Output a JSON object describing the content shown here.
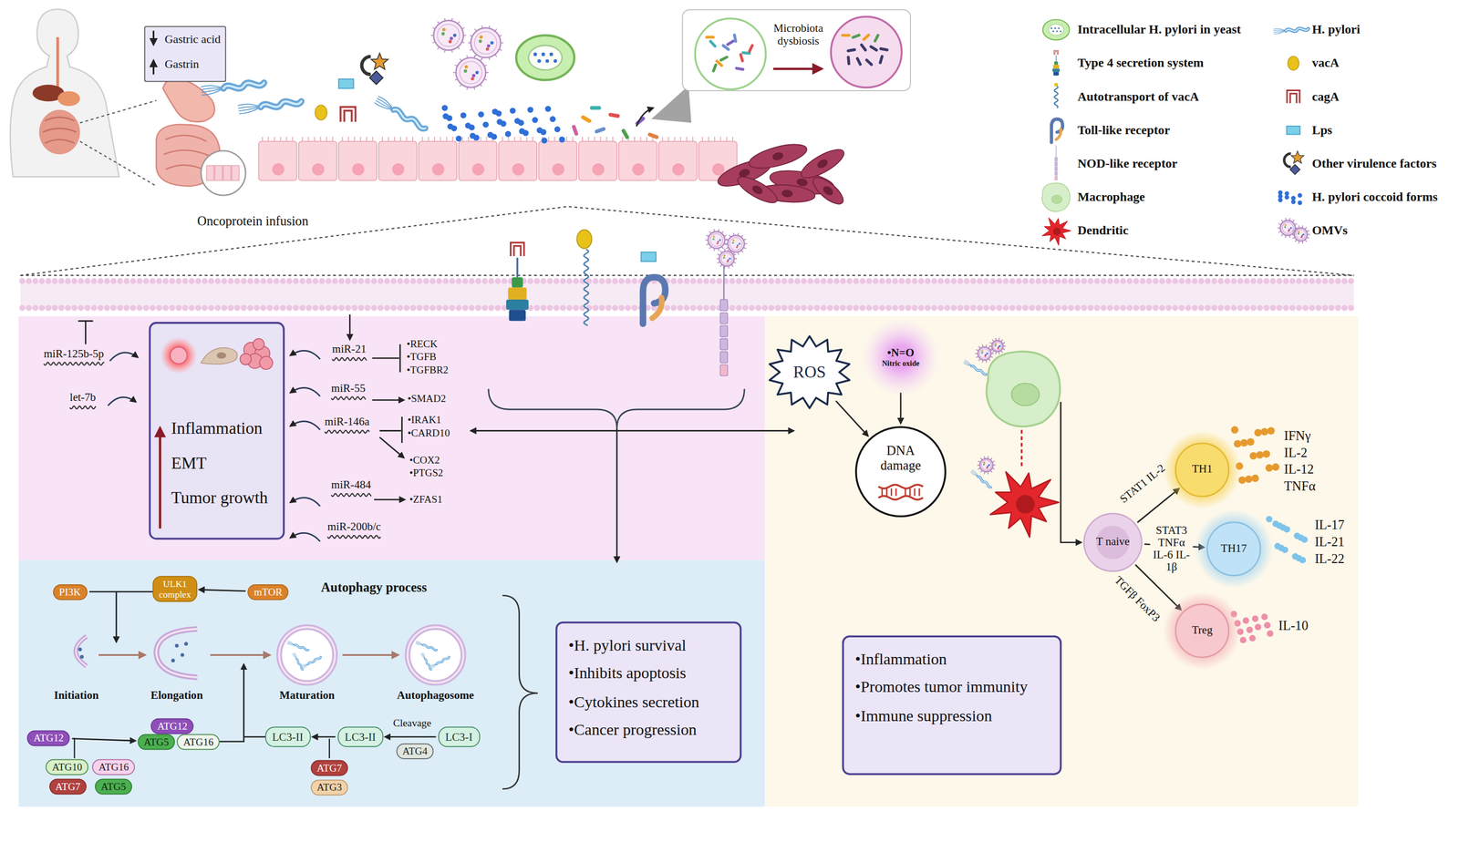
{
  "diagram": {
    "nodes": [
      {
        "text": [
          "Gastric acid",
          "Gastrin"
        ]
      },
      {
        "text": [
          "Microbiota dysbiosis"
        ]
      },
      {
        "text": [
          "Inflammation",
          "EMT",
          "Tumor growth"
        ]
      },
      {
        "text": [
          "PI3K"
        ]
      },
      {
        "text": [
          "ULK1 complex"
        ]
      },
      {
        "text": [
          "mTOR"
        ]
      },
      {
        "text": [
          "ATG12"
        ]
      },
      {
        "text": [
          "ATG12"
        ]
      },
      {
        "text": [
          "ATG5"
        ]
      },
      {
        "text": [
          "ATG16"
        ]
      },
      {
        "text": [
          "LC3-II"
        ]
      },
      {
        "text": [
          "LC3-II"
        ]
      },
      {
        "text": [
          "LC3-I"
        ]
      },
      {
        "text": [
          "ATG4"
        ]
      },
      {
        "text": [
          "ATG10"
        ]
      },
      {
        "text": [
          "ATG16"
        ]
      },
      {
        "text": [
          "ATG7"
        ]
      },
      {
        "text": [
          "ATG7"
        ]
      },
      {
        "text": [
          "ATG5"
        ]
      },
      {
        "text": [
          "ATG3"
        ]
      },
      {
        "text": [
          "•H. pylori survival",
          "•Inhibits apoptosis",
          "•Cytokines secretion",
          "•Cancer progression"
        ]
      },
      {
        "text": [
          "ROS"
        ]
      },
      {
        "text": [
          "•N=O",
          "Nitric oxide"
        ]
      },
      {
        "text": [
          "DNA damage"
        ]
      },
      {
        "text": [
          "TH1"
        ]
      },
      {
        "text": [
          "T naive"
        ]
      },
      {
        "text": [
          "TH17"
        ]
      },
      {
        "text": [
          "Treg"
        ]
      },
      {
        "text": [
          "•Inflammation",
          "•Promotes tumor immunity",
          "•Immune suppression"
        ]
      }
    ],
    "edges": [
      {
        "from": 5,
        "to": 4,
        "arrow": "to"
      },
      {
        "from": 7,
        "to": 8,
        "arrow": "to"
      },
      {
        "from": 12,
        "to": 11,
        "arrow": "to"
      },
      {
        "from": 11,
        "to": 10,
        "arrow": "to"
      },
      {
        "from": 21,
        "to": 23,
        "arrow": "to"
      },
      {
        "from": 22,
        "to": 23,
        "arrow": "to"
      },
      {
        "from": 25,
        "to": 24,
        "arrow": "to",
        "label": "STAT1 IL-2"
      },
      {
        "from": 25,
        "to": 26,
        "arrow": "to",
        "label": "STAT3 TNFα IL-6 IL-1β"
      },
      {
        "from": 25,
        "to": 27,
        "arrow": "to",
        "label": "TGFβ FoxP3"
      }
    ],
    "labels": [
      "Oncoprotein infusion",
      "miR-125b-5p",
      "let-7b",
      "miR-21",
      "•RECK",
      "•TGFB",
      "•TGFBR2",
      "miR-55",
      "•SMAD2",
      "miR-146a",
      "•IRAK1",
      "•CARD10",
      "•COX2",
      "•PTGS2",
      "miR-484",
      "•ZFAS1",
      "miR-200b/c",
      "Autophagy process",
      "Initiation",
      "Elongation",
      "Maturation",
      "Autophagosome",
      "Cleavage",
      "IFNγ",
      "IL-2",
      "IL-12",
      "TNFα",
      "IL-17",
      "IL-21",
      "IL-22",
      "IL-10"
    ],
    "legend": [
      {
        "text": "Intracellular H. pylori in yeast"
      },
      {
        "text": "H. pylori"
      },
      {
        "text": "Type 4 secretion system"
      },
      {
        "text": "vacA"
      },
      {
        "text": "Autotransport of vacA"
      },
      {
        "text": "cagA"
      },
      {
        "text": "Toll-like receptor"
      },
      {
        "text": "Lps"
      },
      {
        "text": "NOD-like receptor"
      },
      {
        "text": "Other virulence factors"
      },
      {
        "text": "Macrophage"
      },
      {
        "text": "H. pylori coccoid forms"
      },
      {
        "text": "Dendritic"
      },
      {
        "text": "OMVs"
      }
    ]
  }
}
